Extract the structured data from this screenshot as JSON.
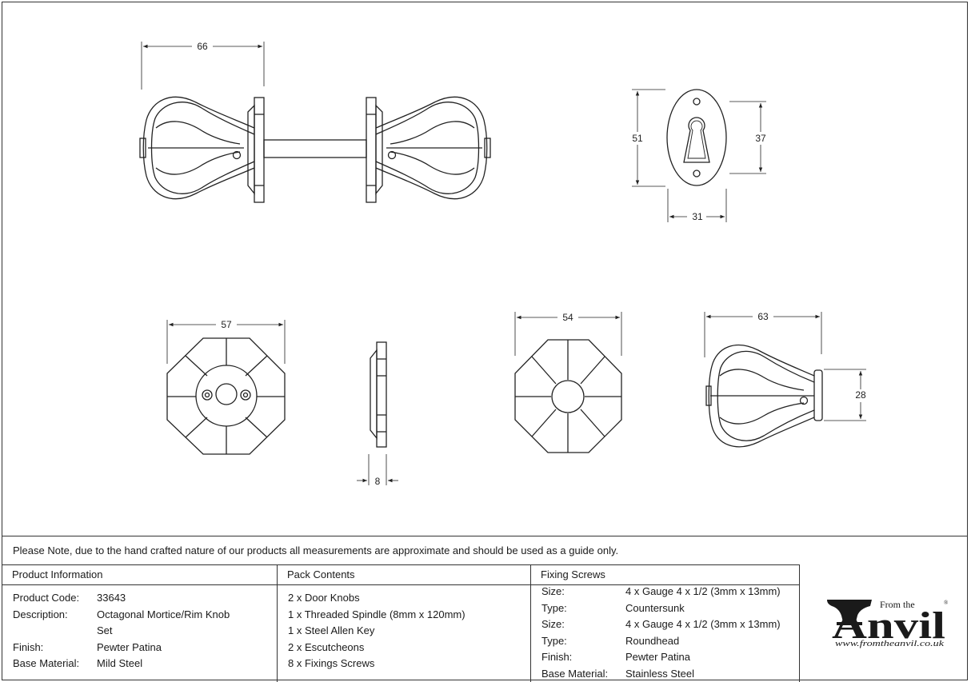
{
  "dimensions": {
    "door_knob_pair_width": "66",
    "escutcheon_height": "51",
    "escutcheon_keyhole_span": "37",
    "escutcheon_width": "31",
    "rose_large_width": "57",
    "rose_thickness": "8",
    "rose_small_width": "54",
    "knob_side_width": "63",
    "knob_side_height": "28"
  },
  "note": "Please Note, due to the hand crafted nature of our products all measurements are approximate and should be used as a guide only.",
  "product_info": {
    "heading": "Product Information",
    "rows": [
      {
        "label": "Product Code:",
        "value": "33643"
      },
      {
        "label": "Description:",
        "value": "Octagonal Mortice/Rim Knob"
      },
      {
        "label": "",
        "value": "Set"
      },
      {
        "label": "Finish:",
        "value": "Pewter Patina"
      },
      {
        "label": "Base Material:",
        "value": "Mild Steel"
      }
    ]
  },
  "pack_contents": {
    "heading": "Pack Contents",
    "items": [
      "2 x Door Knobs",
      "1 x Threaded Spindle (8mm x 120mm)",
      "1 x Steel Allen Key",
      "2 x Escutcheons",
      "8 x Fixings Screws"
    ]
  },
  "fixing_screws": {
    "heading": "Fixing Screws",
    "rows": [
      {
        "label": "Size:",
        "value": "4 x Gauge 4 x 1/2 (3mm x 13mm)"
      },
      {
        "label": "Type:",
        "value": "Countersunk"
      },
      {
        "label": "Size:",
        "value": "4 x Gauge 4 x 1/2 (3mm x 13mm)"
      },
      {
        "label": "Type:",
        "value": "Roundhead"
      },
      {
        "label": "Finish:",
        "value": "Pewter Patina"
      },
      {
        "label": "Base Material:",
        "value": "Stainless Steel"
      }
    ]
  },
  "logo": {
    "from_the": "From the",
    "brand": "Anvil",
    "registered": "®",
    "url": "www.fromtheanvil.co.uk"
  }
}
